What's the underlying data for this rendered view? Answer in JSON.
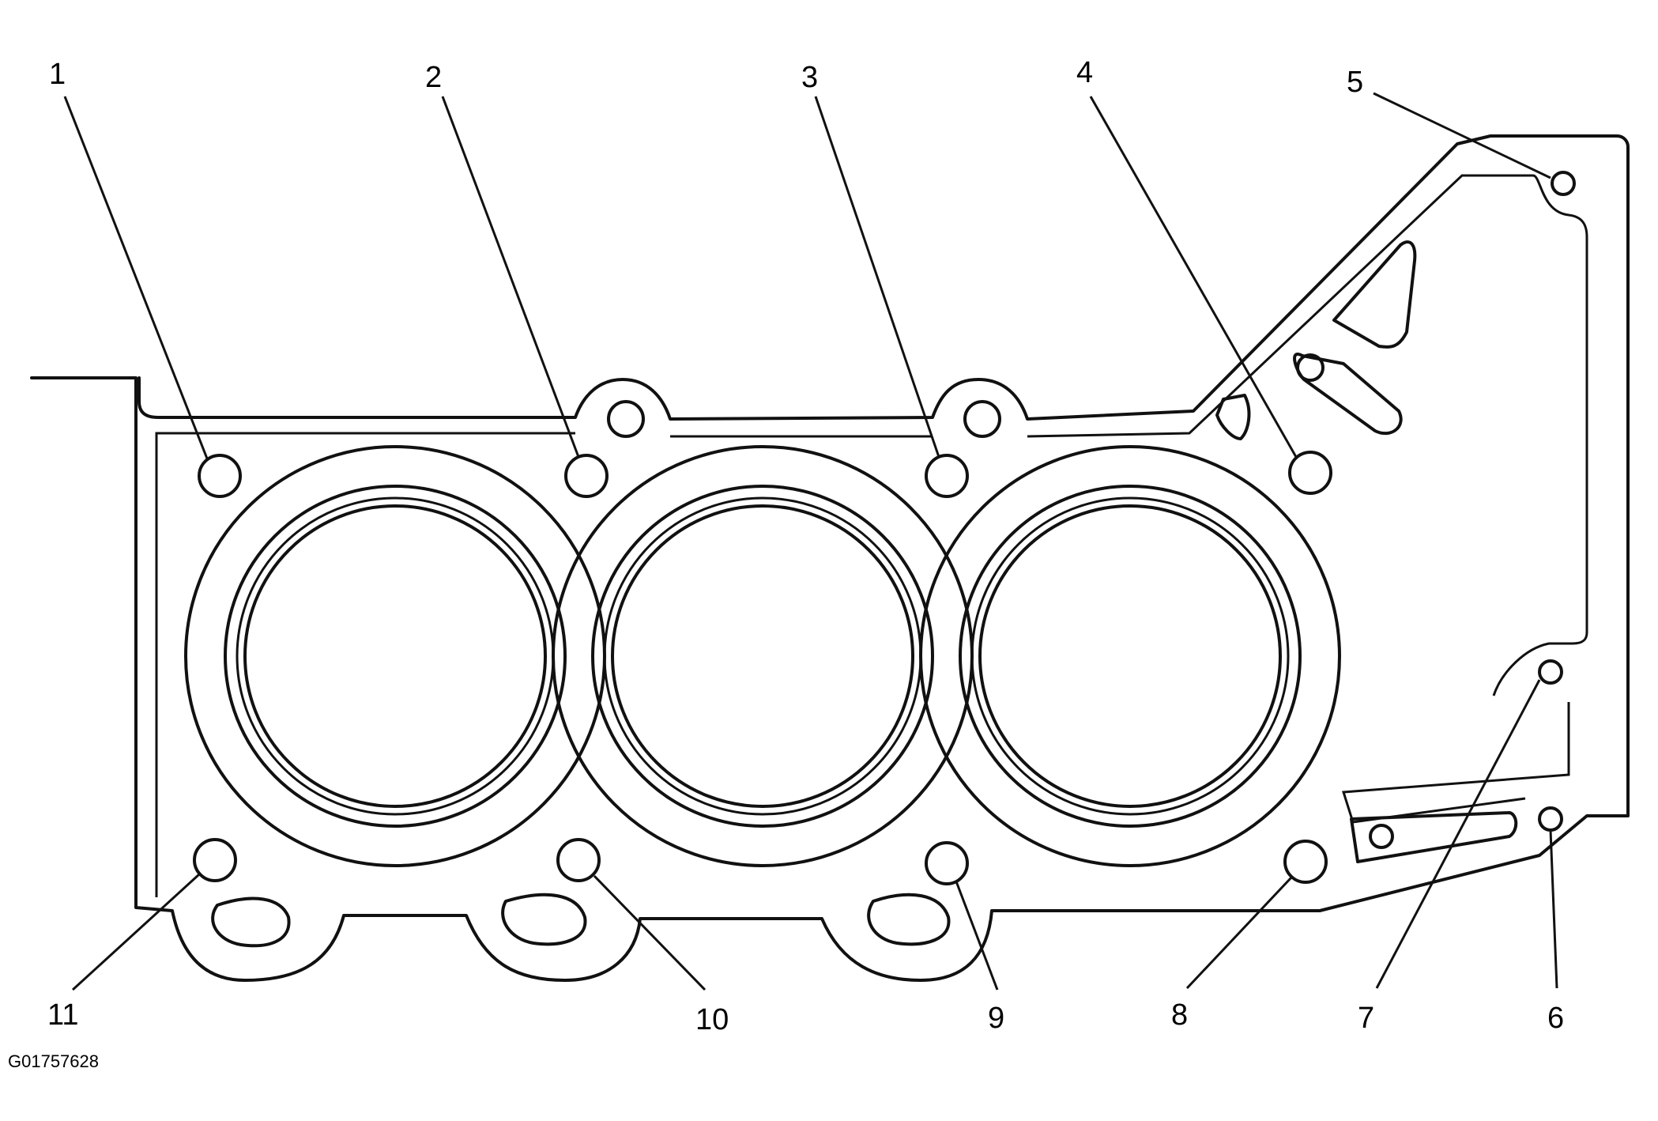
{
  "figure_id": "G01757628",
  "callouts": [
    {
      "label": "1"
    },
    {
      "label": "2"
    },
    {
      "label": "3"
    },
    {
      "label": "4"
    },
    {
      "label": "5"
    },
    {
      "label": "6"
    },
    {
      "label": "7"
    },
    {
      "label": "8"
    },
    {
      "label": "9"
    },
    {
      "label": "10"
    },
    {
      "label": "11"
    }
  ],
  "line_color": "#111111",
  "background_color": "#ffffff"
}
